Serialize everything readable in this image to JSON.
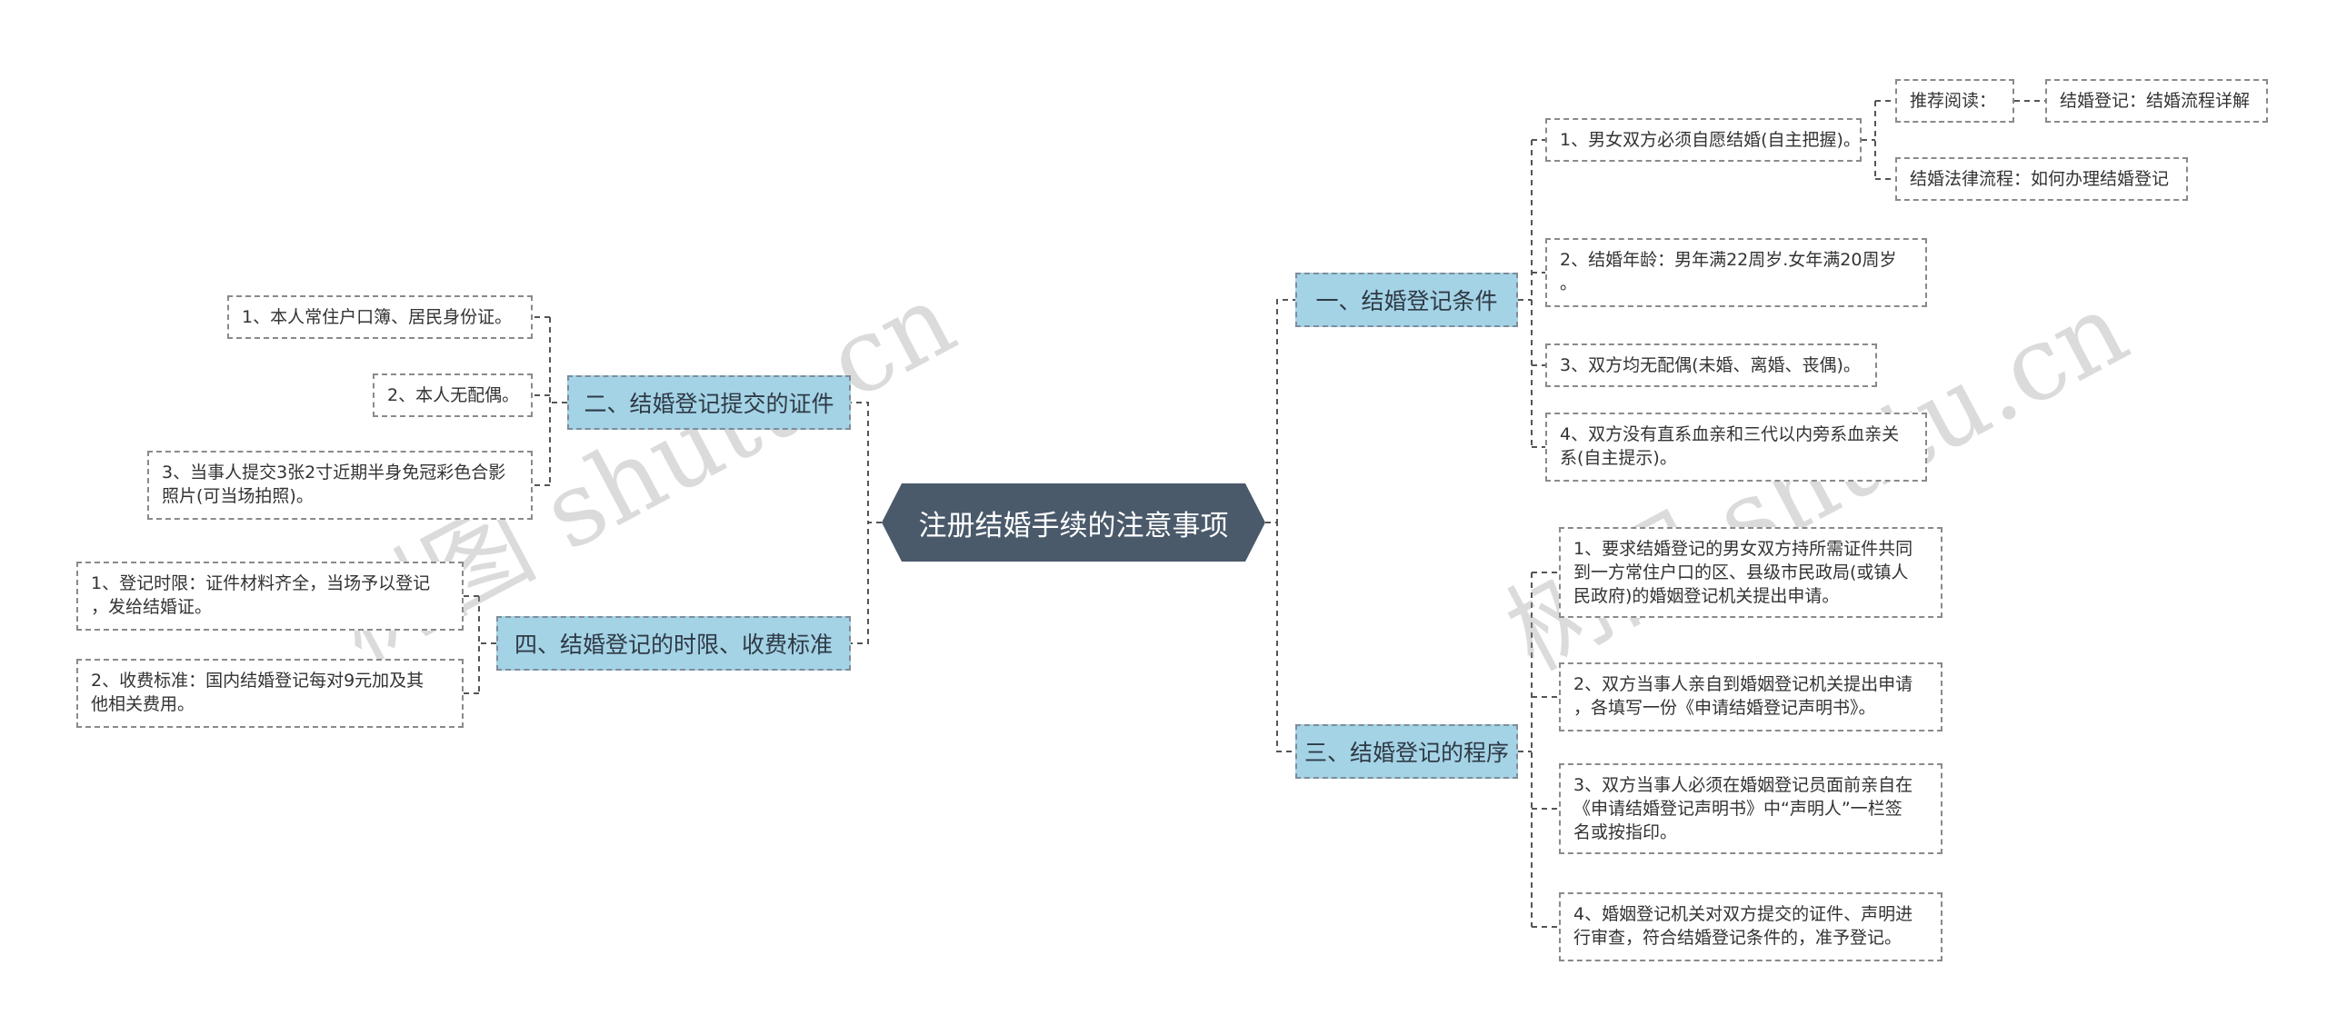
{
  "root": {
    "title": "注册结婚手续的注意事项"
  },
  "branches": {
    "b1": {
      "label": "一、结婚登记条件"
    },
    "b2": {
      "label": "二、结婚登记提交的证件"
    },
    "b3": {
      "label": "三、结婚登记的程序"
    },
    "b4": {
      "label": "四、结婚登记的时限、收费标准"
    }
  },
  "leaves": {
    "b1": [
      "1、男女双方必须自愿结婚(自主把握)。",
      "2、结婚年龄：男年满22周岁.女年满20周岁\n。",
      "3、双方均无配偶(未婚、离婚、丧偶)。",
      "4、双方没有直系血亲和三代以内旁系血亲关\n系(自主提示)。"
    ],
    "b1_sub": {
      "recommend": "推荐阅读：",
      "recommend_item": "结婚登记：结婚流程详解",
      "legal_flow": "结婚法律流程：如何办理结婚登记"
    },
    "b2": [
      "1、本人常住户口簿、居民身份证。",
      "2、本人无配偶。",
      "3、当事人提交3张2寸近期半身免冠彩色合影\n照片(可当场拍照)。"
    ],
    "b3": [
      "1、要求结婚登记的男女双方持所需证件共同\n到一方常住户口的区、县级市民政局(或镇人\n民政府)的婚姻登记机关提出申请。",
      "2、双方当事人亲自到婚姻登记机关提出申请\n，各填写一份《申请结婚登记声明书》。",
      "3、双方当事人必须在婚姻登记员面前亲自在\n《申请结婚登记声明书》中“声明人”一栏签\n名或按指印。",
      "4、婚姻登记机关对双方提交的证件、声明进\n行审查，符合结婚登记条件的，准予登记。"
    ],
    "b4": [
      "1、登记时限：证件材料齐全，当场予以登记\n，发给结婚证。",
      "2、收费标准：国内结婚登记每对9元加及其\n他相关费用。"
    ]
  },
  "watermark": {
    "text": "树图 shutu.cn"
  },
  "colors": {
    "root_bg": "#4a5a6b",
    "branch_bg": "#a4d3e6",
    "leaf_border": "#8a8a8a",
    "connector": "#555555"
  }
}
